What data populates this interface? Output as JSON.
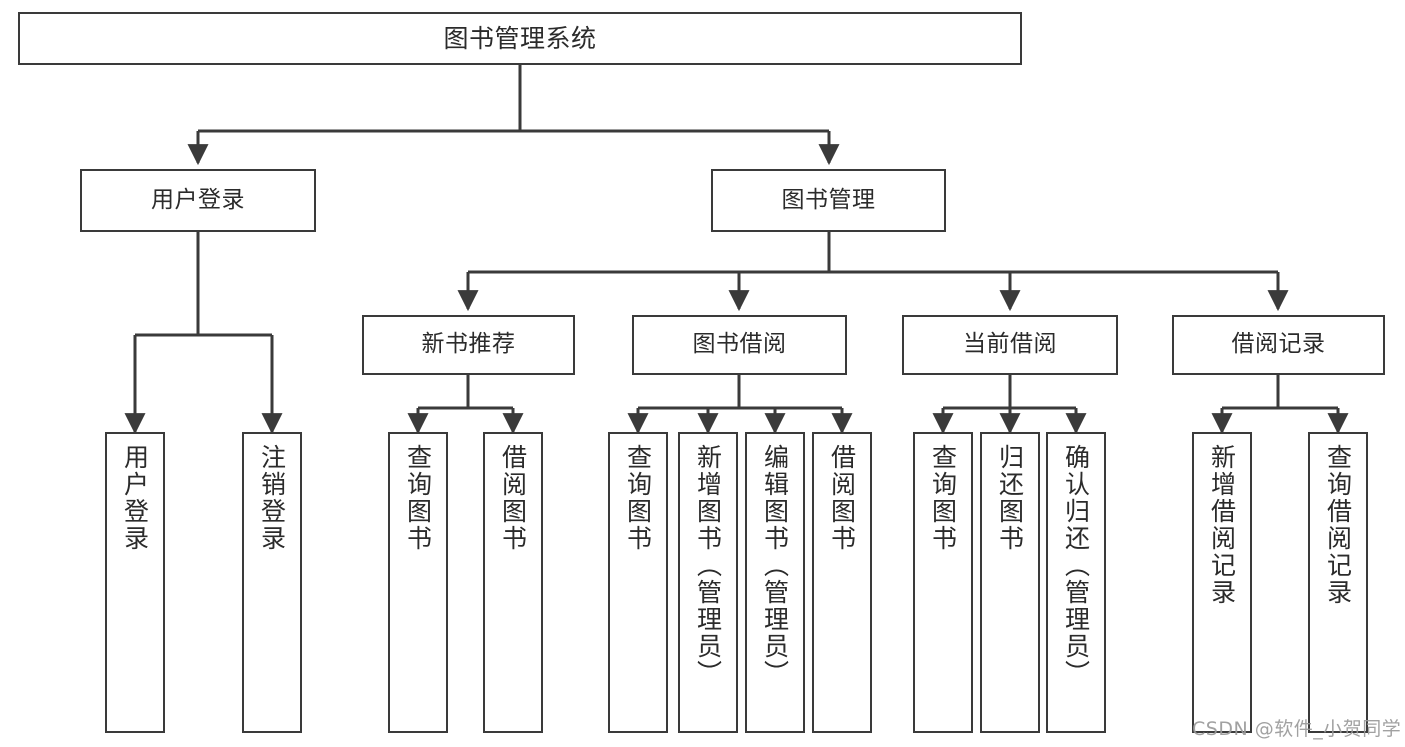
{
  "diagram": {
    "title": "图书管理系统",
    "type": "tree-hierarchy-chart",
    "root": {
      "label": "图书管理系统",
      "orientation": "horizontal"
    },
    "level2": [
      {
        "label": "用户登录",
        "orientation": "horizontal"
      },
      {
        "label": "图书管理",
        "orientation": "horizontal"
      }
    ],
    "level3": [
      {
        "label": "新书推荐",
        "orientation": "horizontal"
      },
      {
        "label": "图书借阅",
        "orientation": "horizontal"
      },
      {
        "label": "当前借阅",
        "orientation": "horizontal"
      },
      {
        "label": "借阅记录",
        "orientation": "horizontal"
      }
    ],
    "leaves": [
      {
        "label": "用户登录",
        "orientation": "vertical",
        "parent": "用户登录"
      },
      {
        "label": "注销登录",
        "orientation": "vertical",
        "parent": "用户登录"
      },
      {
        "label": "查询图书",
        "orientation": "vertical",
        "parent": "新书推荐"
      },
      {
        "label": "借阅图书",
        "orientation": "vertical",
        "parent": "新书推荐"
      },
      {
        "label": "查询图书",
        "orientation": "vertical",
        "parent": "图书借阅"
      },
      {
        "label": "新增图书（管理员）",
        "orientation": "vertical",
        "parent": "图书借阅"
      },
      {
        "label": "编辑图书（管理员）",
        "orientation": "vertical",
        "parent": "图书借阅"
      },
      {
        "label": "借阅图书",
        "orientation": "vertical",
        "parent": "图书借阅"
      },
      {
        "label": "查询图书",
        "orientation": "vertical",
        "parent": "当前借阅"
      },
      {
        "label": "归还图书",
        "orientation": "vertical",
        "parent": "当前借阅"
      },
      {
        "label": "确认归还（管理员）",
        "orientation": "vertical",
        "parent": "当前借阅"
      },
      {
        "label": "新增借阅记录",
        "orientation": "vertical",
        "parent": "借阅记录"
      },
      {
        "label": "查询借阅记录",
        "orientation": "vertical",
        "parent": "借阅记录"
      }
    ]
  },
  "watermark": {
    "text": "CSDN @软件_小贺同学"
  },
  "colors": {
    "stroke": "#3a3a3a",
    "text": "#2b2b2b",
    "background": "#ffffff",
    "watermark": "#9a9a9a"
  }
}
